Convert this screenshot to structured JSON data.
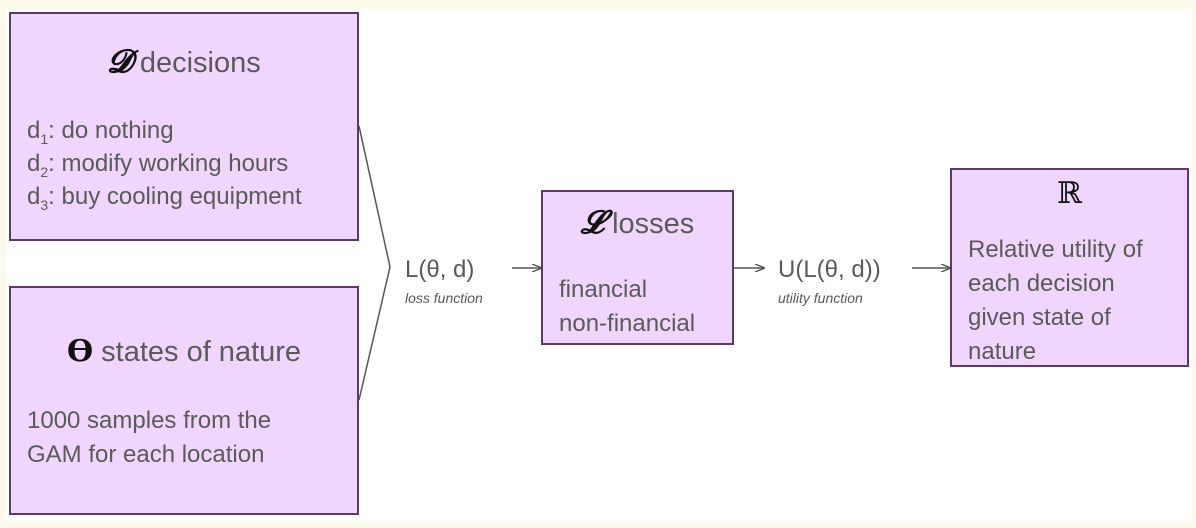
{
  "decisions": {
    "symbol": "𝓓",
    "title": "decisions",
    "items": [
      {
        "prefix": "d",
        "sub": "1",
        "text": ": do nothing"
      },
      {
        "prefix": "d",
        "sub": "2",
        "text": ": modify working hours"
      },
      {
        "prefix": "d",
        "sub": "3",
        "text": ": buy cooling equipment"
      }
    ]
  },
  "states": {
    "symbol": "ϴ",
    "title": "states of nature",
    "lines": [
      "1000 samples from the",
      "GAM for each location"
    ]
  },
  "loss_function": {
    "label": "L(θ, d)",
    "caption": "loss function"
  },
  "losses": {
    "symbol": "𝓛",
    "title": "losses",
    "lines": [
      "financial",
      "non-financial"
    ]
  },
  "utility_function": {
    "label": "U(L(θ, d))",
    "caption": "utility function"
  },
  "reals": {
    "symbol": "ℝ",
    "lines": [
      "Relative utility of",
      "each decision",
      "given state of",
      "nature"
    ]
  },
  "colors": {
    "box_fill": "#f0d6fc",
    "box_border": "#5a3a66",
    "background": "#fcfaeb",
    "text": "#5a5a5a"
  }
}
